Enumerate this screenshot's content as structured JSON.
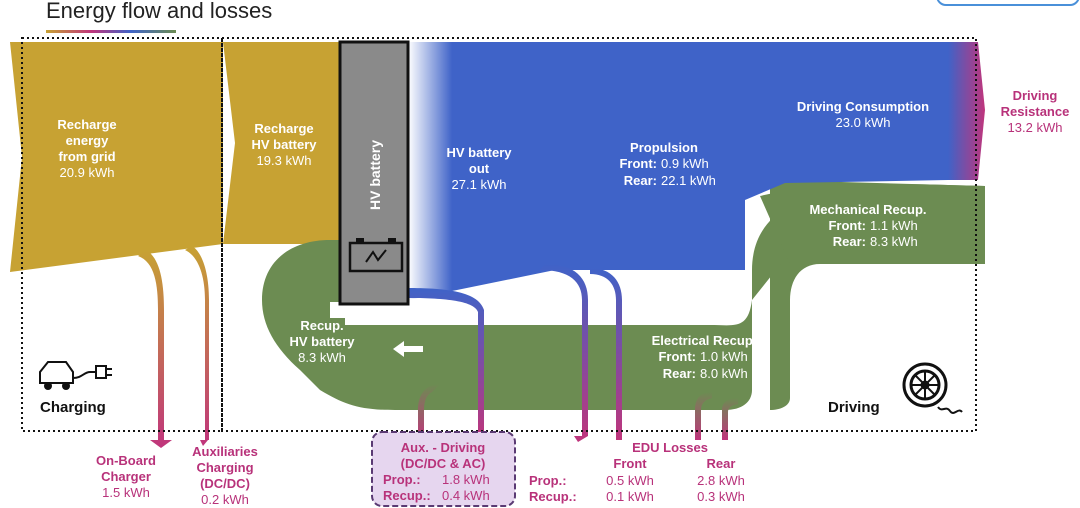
{
  "title": "Energy flow and losses",
  "colors": {
    "charging": "#c7a233",
    "battery_out": "#3f63c8",
    "recuperation": "#6c8c52",
    "loss": "#c0357c",
    "battery_box": "#8a8a8a",
    "aux_box": "#e6d6ef"
  },
  "sections": {
    "charging": "Charging",
    "driving": "Driving"
  },
  "battery": {
    "label": "HV battery"
  },
  "nodes": {
    "recharge_grid": {
      "l1": "Recharge",
      "l2": "energy",
      "l3": "from grid",
      "value": "20.9 kWh"
    },
    "recharge_hv": {
      "l1": "Recharge",
      "l2": "HV battery",
      "value": "19.3 kWh"
    },
    "hv_out": {
      "l1": "HV battery",
      "l2": "out",
      "value": "27.1 kWh"
    },
    "propulsion": {
      "title": "Propulsion",
      "front_label": "Front:",
      "front_value": "0.9 kWh",
      "rear_label": "Rear:",
      "rear_value": "22.1 kWh"
    },
    "driving_consumption": {
      "title": "Driving Consumption",
      "value": "23.0 kWh"
    },
    "driving_resistance": {
      "l1": "Driving",
      "l2": "Resistance",
      "value": "13.2 kWh"
    },
    "mech_recup": {
      "title": "Mechanical Recup.",
      "front_label": "Front:",
      "front_value": "1.1 kWh",
      "rear_label": "Rear:",
      "rear_value": "8.3 kWh"
    },
    "elec_recup": {
      "title": "Electrical Recup.",
      "front_label": "Front:",
      "front_value": "1.0 kWh",
      "rear_label": "Rear:",
      "rear_value": "8.0 kWh"
    },
    "recup_hv": {
      "l1": "Recup.",
      "l2": "HV battery",
      "value": "8.3 kWh"
    }
  },
  "losses": {
    "obc": {
      "l1": "On-Board",
      "l2": "Charger",
      "value": "1.5 kWh"
    },
    "aux_charging": {
      "l1": "Auxiliaries",
      "l2": "Charging",
      "l3": "(DC/DC)",
      "value": "0.2 kWh"
    },
    "aux_driving": {
      "l1": "Aux. - Driving",
      "l2": "(DC/DC & AC)",
      "prop_label": "Prop.:",
      "prop_value": "1.8 kWh",
      "recup_label": "Recup.:",
      "recup_value": "0.4 kWh"
    },
    "edu": {
      "title": "EDU Losses",
      "front": "Front",
      "rear": "Rear",
      "prop_label": "Prop.:",
      "recup_label": "Recup.:",
      "front_prop": "0.5 kWh",
      "front_recup": "0.1 kWh",
      "rear_prop": "2.8 kWh",
      "rear_recup": "0.3 kWh"
    }
  }
}
